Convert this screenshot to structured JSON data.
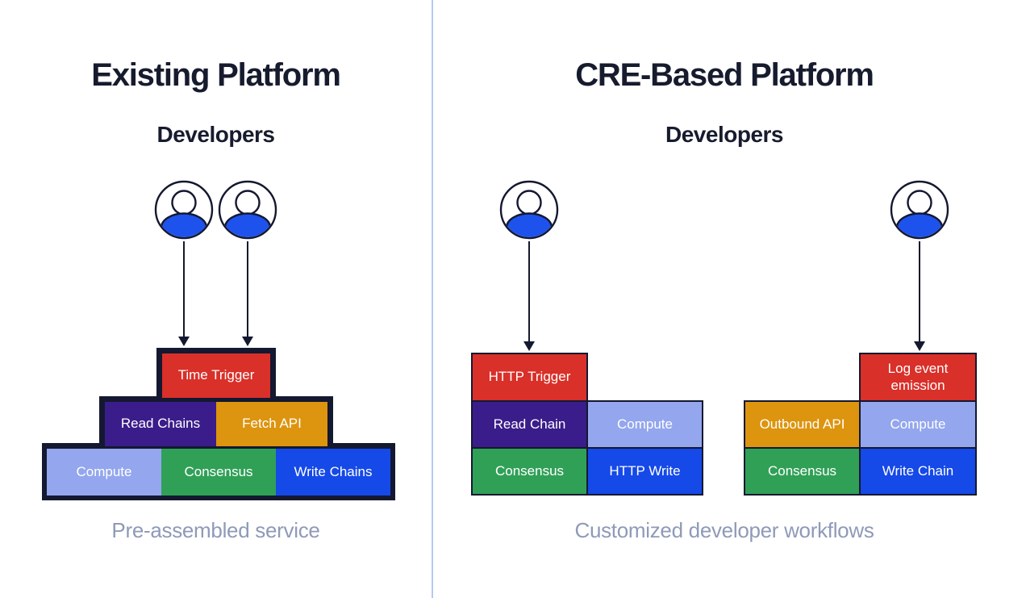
{
  "colors": {
    "frame": "#141830",
    "title": "#171b2e",
    "red": "#d93029",
    "purple": "#3a1d8a",
    "orange": "#dd940e",
    "periwinkle": "#93a6ee",
    "green": "#30a057",
    "blue": "#1549e8",
    "icon-blue": "#1d52ed",
    "caption": "#8f9ab8",
    "divider": "#b7c8f3"
  },
  "left": {
    "title": "Existing Platform",
    "subtitle": "Developers",
    "caption": "Pre-assembled service",
    "pyramid": {
      "tier1": [
        {
          "label": "Time Trigger",
          "color": "red"
        }
      ],
      "tier2": [
        {
          "label": "Read Chains",
          "color": "purple"
        },
        {
          "label": "Fetch API",
          "color": "orange"
        }
      ],
      "tier3": [
        {
          "label": "Compute",
          "color": "periwinkle"
        },
        {
          "label": "Consensus",
          "color": "green"
        },
        {
          "label": "Write Chains",
          "color": "blue"
        }
      ]
    }
  },
  "right": {
    "title": "CRE-Based Platform",
    "subtitle": "Developers",
    "caption": "Customized developer workflows",
    "workflow1": {
      "trigger": {
        "label": "HTTP Trigger",
        "color": "red"
      },
      "row2": [
        {
          "label": "Read Chain",
          "color": "purple"
        },
        {
          "label": "Compute",
          "color": "periwinkle"
        }
      ],
      "row3": [
        {
          "label": "Consensus",
          "color": "green"
        },
        {
          "label": "HTTP Write",
          "color": "blue"
        }
      ]
    },
    "workflow2": {
      "trigger": {
        "label": "Log event emission",
        "color": "red"
      },
      "row2": [
        {
          "label": "Outbound API",
          "color": "orange"
        },
        {
          "label": "Compute",
          "color": "periwinkle"
        }
      ],
      "row3": [
        {
          "label": "Consensus",
          "color": "green"
        },
        {
          "label": "Write Chain",
          "color": "blue"
        }
      ]
    }
  }
}
